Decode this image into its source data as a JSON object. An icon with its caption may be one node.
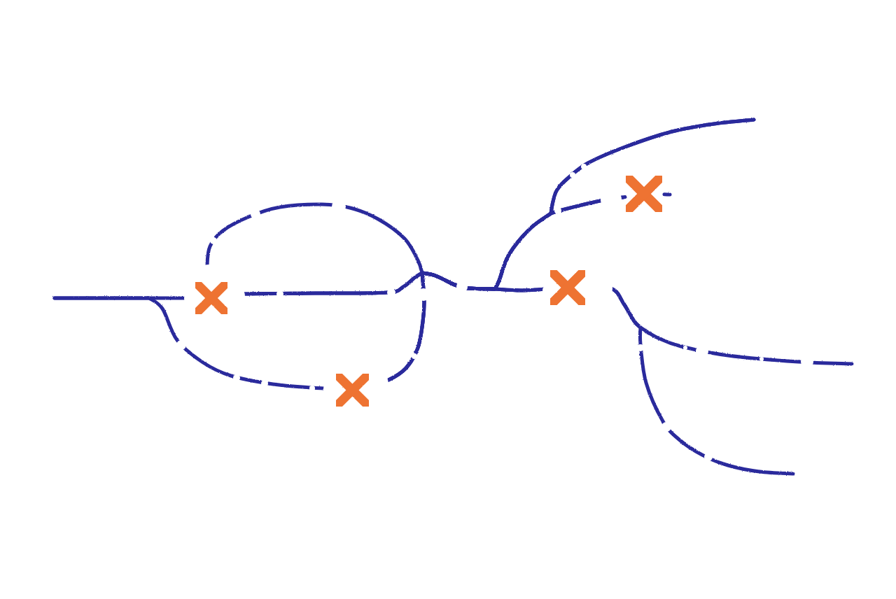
{
  "diagram": {
    "nodes": [
      {
        "text": [],
        "shape": "cross"
      },
      {
        "text": [],
        "shape": "cross"
      },
      {
        "text": [],
        "shape": "cross"
      },
      {
        "text": [],
        "shape": "cross"
      }
    ],
    "edges": [
      {
        "from": null,
        "to": 0,
        "arrow": "none"
      },
      {
        "from": null,
        "to": 1,
        "arrow": "none"
      },
      {
        "from": 0,
        "to": 2,
        "arrow": "none"
      },
      {
        "from": 0,
        "to": 3,
        "arrow": "none"
      },
      {
        "from": 0,
        "to": null,
        "arrow": "none"
      },
      {
        "from": 1,
        "to": 2,
        "arrow": "none"
      },
      {
        "from": 1,
        "to": 3,
        "arrow": "none"
      },
      {
        "from": 1,
        "to": null,
        "arrow": "none"
      },
      {
        "from": 3,
        "to": null,
        "arrow": "none"
      },
      {
        "from": 2,
        "to": null,
        "arrow": "none"
      },
      {
        "from": 2,
        "to": null,
        "arrow": "none"
      }
    ]
  }
}
